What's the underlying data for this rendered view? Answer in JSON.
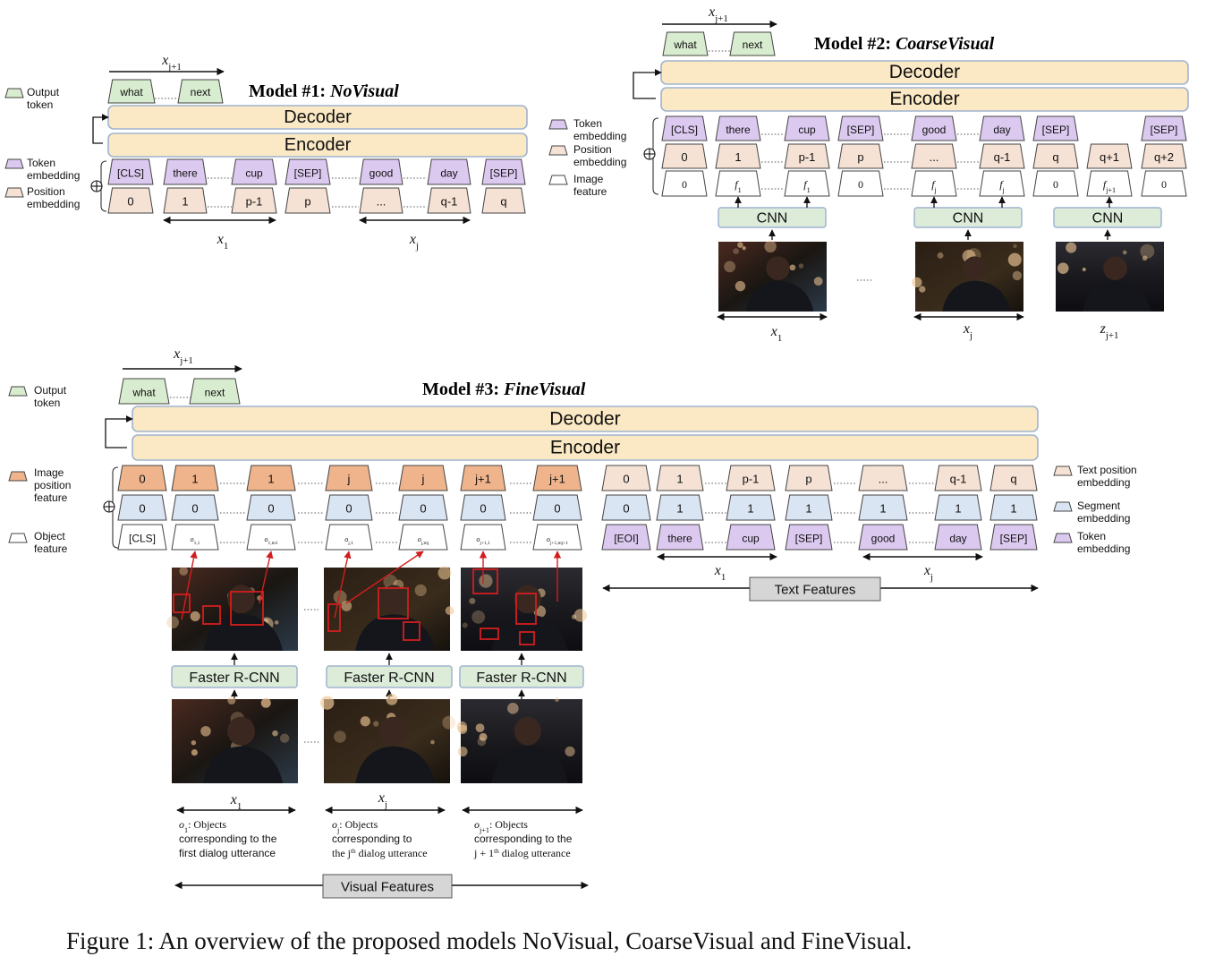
{
  "caption": "Figure 1: An overview of the proposed models NoVisual, CoarseVisual and FineVisual.",
  "colors": {
    "encdec_fill": "#fbe8c4",
    "encdec_stroke": "#9fb4cf",
    "token_fill": "#dcc9f0",
    "pos_fill": "#f6e2d5",
    "output_fill": "#d8eccf",
    "image_pos_fill": "#f0b48c",
    "segment_fill": "#dae5f3",
    "cnn_fill": "#dcecd9",
    "region_box": "#d21e1e",
    "label_box": "#d6d6d6"
  },
  "model1": {
    "title_prefix": "Model #1: ",
    "title_name": "NoVisual",
    "encoder": "Encoder",
    "decoder": "Decoder",
    "target_var": "x_{j+1}",
    "output_tokens": [
      "what",
      "next"
    ],
    "tokens": [
      "[CLS]",
      "there",
      "cup",
      "[SEP]",
      "good",
      "day",
      "[SEP]"
    ],
    "positions": [
      "0",
      "1",
      "p-1",
      "p",
      "...",
      "q-1",
      "q"
    ],
    "spans": [
      "x_1",
      "x_j"
    ],
    "legend": {
      "output": [
        "Output",
        "token"
      ],
      "token": [
        "Token",
        "embedding"
      ],
      "position": [
        "Position",
        "embedding"
      ]
    }
  },
  "model2": {
    "title_prefix": "Model #2: ",
    "title_name": "CoarseVisual",
    "encoder": "Encoder",
    "decoder": "Decoder",
    "target_var": "x_{j+1}",
    "output_tokens": [
      "what",
      "next"
    ],
    "tokens": [
      "[CLS]",
      "there",
      "cup",
      "[SEP]",
      "good",
      "day",
      "[SEP]",
      "[SEP]"
    ],
    "positions": [
      "0",
      "1",
      "p-1",
      "p",
      "...",
      "q-1",
      "q",
      "q+1",
      "q+2"
    ],
    "image_features": [
      "0",
      "f_1",
      "f_1",
      "0",
      "f_j",
      "f_j",
      "0",
      "f_{j+1}",
      "0"
    ],
    "cnn": "CNN",
    "image_spans": [
      "x_1",
      "x_j",
      "z_{j+1}"
    ],
    "legend": {
      "token": [
        "Token",
        "embedding"
      ],
      "position": [
        "Position",
        "embedding"
      ],
      "image": [
        "Image",
        "feature"
      ]
    }
  },
  "model3": {
    "title_prefix": "Model #3: ",
    "title_name": "FineVisual",
    "encoder": "Encoder",
    "decoder": "Decoder",
    "target_var": "x_{j+1}",
    "output_tokens": [
      "what",
      "next"
    ],
    "image_positions": [
      "0",
      "1",
      "1",
      "j",
      "j",
      "j+1",
      "j+1"
    ],
    "visual_segments": [
      "0",
      "0",
      "0",
      "0",
      "0",
      "0",
      "0"
    ],
    "objects": [
      "[CLS]",
      "o_{1,1}",
      "o_{1,m_1}",
      "o_{j,1}",
      "o_{j,m_j}",
      "o_{j+1,1}",
      "o_{j+1,m_{j+1}}"
    ],
    "text_positions": [
      "0",
      "1",
      "p-1",
      "p",
      "...",
      "q-1",
      "q"
    ],
    "text_segments": [
      "0",
      "1",
      "1",
      "1",
      "1",
      "1",
      "1"
    ],
    "text_tokens": [
      "[EOI]",
      "there",
      "cup",
      "[SEP]",
      "good",
      "day",
      "[SEP]"
    ],
    "detector": "Faster R-CNN",
    "text_spans": [
      "x_1",
      "x_j"
    ],
    "image_spans": [
      "x_1",
      "x_j"
    ],
    "text_features": "Text Features",
    "visual_features": "Visual Features",
    "object_notes": [
      [
        "o_1: Objects",
        "corresponding to the",
        "first dialog utterance"
      ],
      [
        "o_j: Objects",
        "corresponding to",
        "the j^th dialog utterance"
      ],
      [
        "o_{j+1}: Objects",
        "corresponding to the",
        "j + 1^th dialog utterance"
      ]
    ],
    "legend_left": {
      "output": [
        "Output",
        "token"
      ],
      "image_position": [
        "Image",
        "position",
        "feature"
      ],
      "object": [
        "Object",
        "feature"
      ]
    },
    "legend_right": {
      "text_position": [
        "Text position",
        "embedding"
      ],
      "segment": [
        "Segment",
        "embedding"
      ],
      "token": [
        "Token",
        "embedding"
      ]
    }
  }
}
